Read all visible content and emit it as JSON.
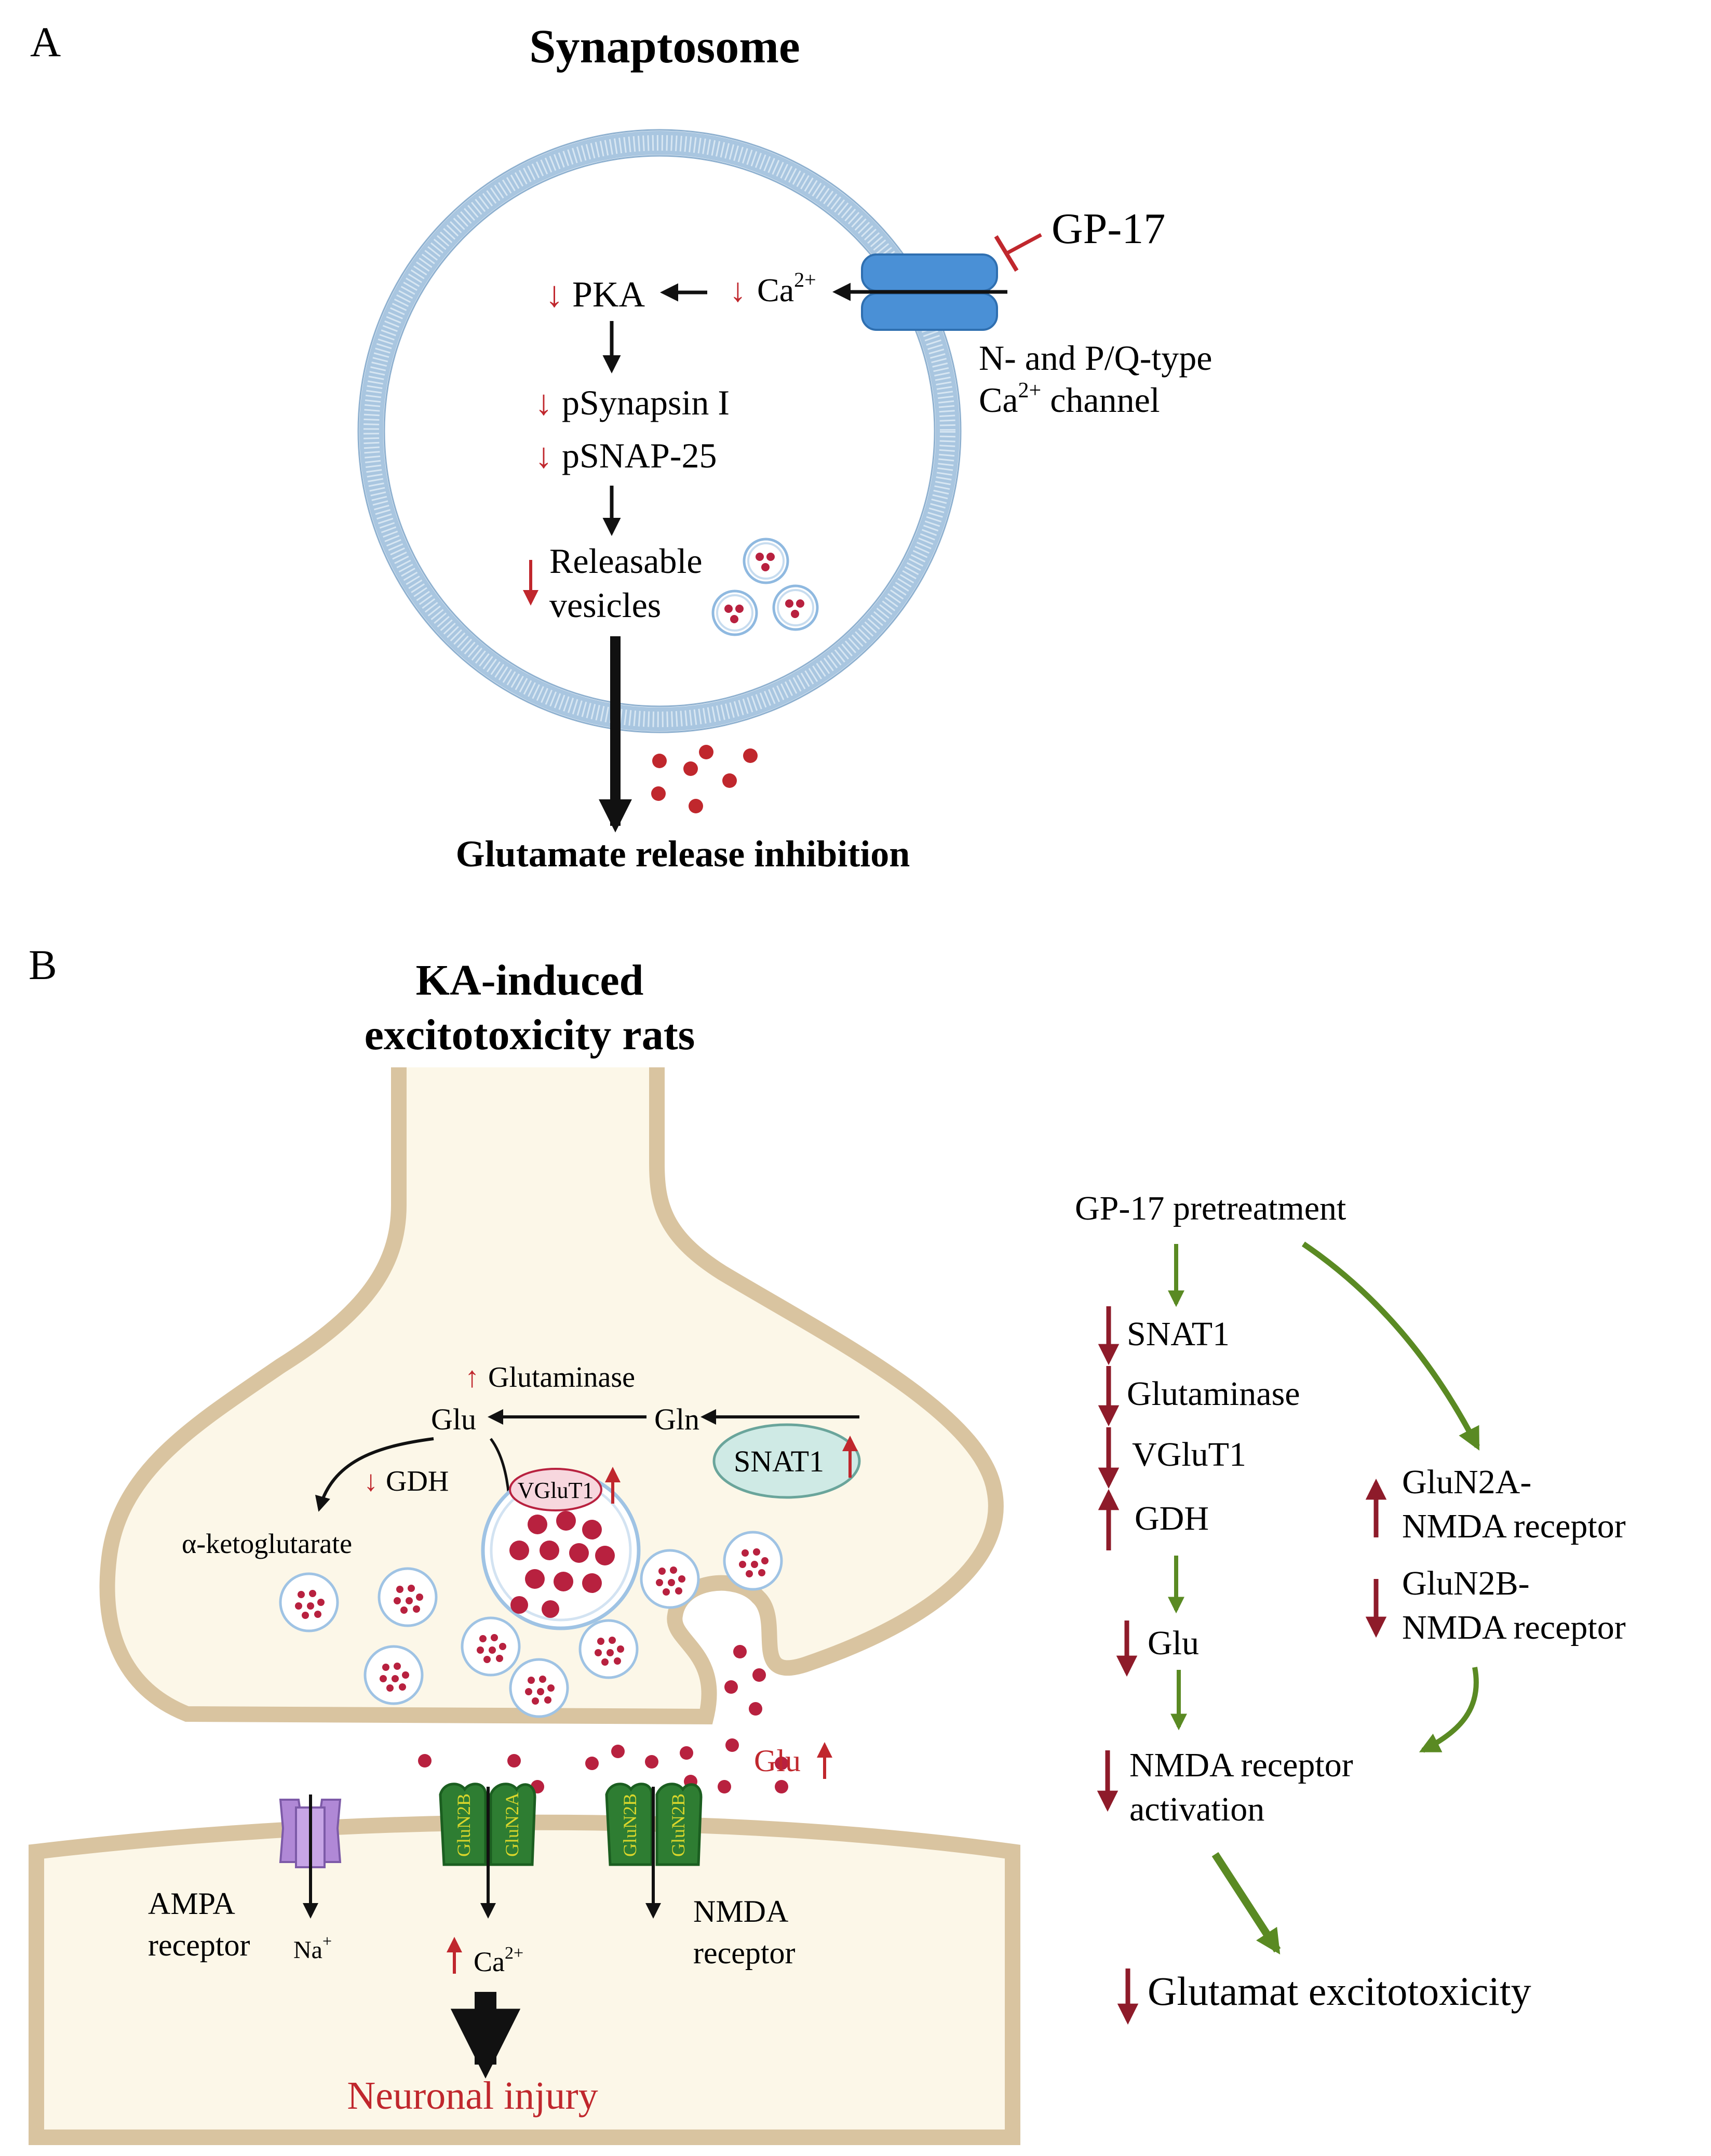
{
  "panel_a": {
    "letter": "A",
    "title": "Synaptosome",
    "drug": "GP-17",
    "channel_line1": "N- and P/Q-type",
    "channel_line2_sup": "2+",
    "channel_line2_base": "Ca",
    "channel_line2_rest": " channel",
    "pka": "PKA",
    "ca_base": "Ca",
    "ca_sup": "2+",
    "psynapsin": "pSynapsin I",
    "psnap": "pSNAP-25",
    "releasable_line1": "Releasable",
    "releasable_line2": "vesicles",
    "result": "Glutamate release inhibition"
  },
  "panel_b": {
    "letter": "B",
    "title_line1": "KA-induced",
    "title_line2": "excitotoxicity rats",
    "glutaminase": "Glutaminase",
    "glu": "Glu",
    "gln": "Gln",
    "snat1": "SNAT1",
    "gdh": "GDH",
    "vglut1": "VGluT1",
    "aketo": "α-ketoglutarate",
    "glu_cleft": "Glu",
    "ampa_line1": "AMPA",
    "ampa_line2": "receptor",
    "na_base": "Na",
    "na_sup": "+",
    "ca_base": "Ca",
    "ca_sup": "2+",
    "nmda_line1": "NMDA",
    "nmda_line2": "receptor",
    "glun2b": "GluN2B",
    "glun2a": "GluN2A",
    "injury": "Neuronal injury"
  },
  "flow": {
    "pretreat": "GP-17 pretreatment",
    "snat1": "SNAT1",
    "glutaminase": "Glutaminase",
    "vglut1": "VGluT1",
    "gdh": "GDH",
    "glu": "Glu",
    "nmda_line1": "NMDA receptor",
    "nmda_line2": "activation",
    "glun2a_line1": "GluN2A-",
    "glun2a_line2": "NMDA receptor",
    "glun2b_line1": "GluN2B-",
    "glun2b_line2": "NMDA receptor",
    "final": "Glutamat excitotoxicity"
  },
  "colors": {
    "down_arrow": "#c0272d",
    "dark_red_arrow": "#8e1b2a",
    "green_arrow": "#5a8a23",
    "injury_text": "#c0272d",
    "channel_blue": "#4a90d6",
    "membrane_blue": "#a9c6e0",
    "neuron_fill": "#fcf7e8",
    "neuron_border": "#d9c4a0",
    "nmda_green": "#2e7d32",
    "ampa_purple": "#b088d6",
    "vesicle_dot": "#b8213f"
  }
}
